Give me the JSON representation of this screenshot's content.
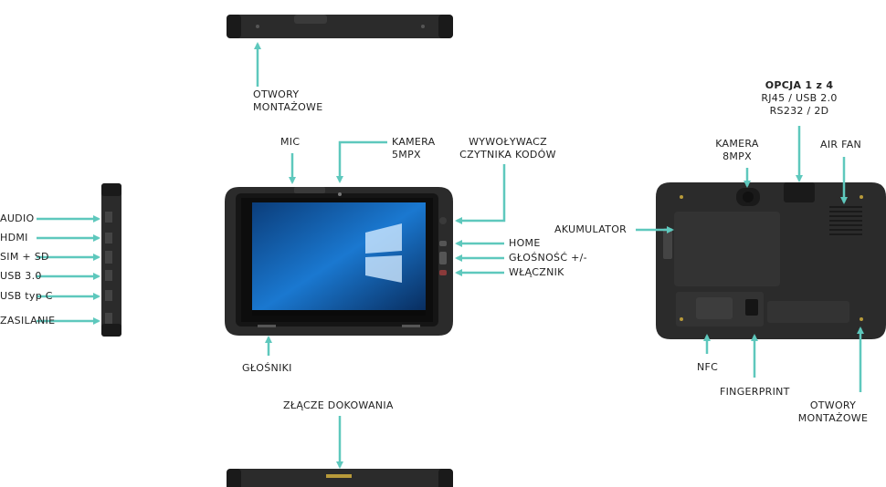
{
  "labels": {
    "otwory_top_1": "OTWORY",
    "otwory_top_2": "MONTAŻOWE",
    "mic": "MIC",
    "kamera_front_1": "KAMERA",
    "kamera_front_2": "5MPX",
    "scanner_1": "WYWOŁYWACZ",
    "scanner_2": "CZYTNIKA KODÓW",
    "home": "HOME",
    "volume": "GŁOŚNOŚĆ +/-",
    "power": "WŁĄCZNIK",
    "glosniki": "GŁOŚNIKI",
    "dock": "ZŁĄCZE DOKOWANIA",
    "audio": "AUDIO",
    "hdmi": "HDMI",
    "sim": "SIM + SD",
    "usb3": "USB 3.0",
    "usbc": "USB typ C",
    "zasilanie": "ZASILANIE",
    "opcja_1": "OPCJA 1 z 4",
    "opcja_2": "RJ45 / USB 2.0",
    "opcja_3": "RS232 / 2D",
    "kamera_back_1": "KAMERA",
    "kamera_back_2": "8MPX",
    "air_fan": "AIR FAN",
    "akumulator": "AKUMULATOR",
    "nfc": "NFC",
    "fingerprint": "FINGERPRINT",
    "otwory_back_1": "OTWORY",
    "otwory_back_2": "MONTAŻOWE"
  },
  "colors": {
    "arrow": "#5ec8bd",
    "device": "#2b2b2b",
    "device_dark": "#1a1a1a",
    "screen": "#1f6fc0"
  }
}
